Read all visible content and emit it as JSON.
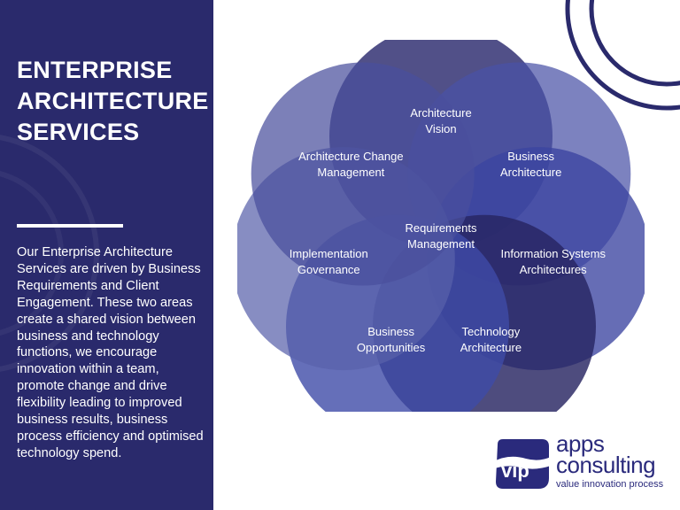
{
  "left_panel": {
    "title": "ENTERPRISE ARCHITECTURE SERVICES",
    "body": "Our Enterprise Architecture Services are driven by Business Requirements and Client Engagement. These two areas create a shared vision between business and technology functions, we encourage innovation within a team, promote change and drive flexibility leading to improved business results, business process efficiency and optimised technology spend."
  },
  "diagram": {
    "center_label": "Requirements\nManagement",
    "petals": [
      {
        "label": "Architecture\nVision",
        "color": "#2b2a6e",
        "opacity": 0.82
      },
      {
        "label": "Business\nArchitecture",
        "color": "#4a52a6",
        "opacity": 0.72
      },
      {
        "label": "Information Systems\nArchitectures",
        "color": "#3b44a0",
        "opacity": 0.78
      },
      {
        "label": "Technology\nArchitecture",
        "color": "#272462",
        "opacity": 0.82
      },
      {
        "label": "Business\nOpportunities",
        "color": "#3f4ba8",
        "opacity": 0.8
      },
      {
        "label": "Implementation\nGovernance",
        "color": "#5961aa",
        "opacity": 0.72
      },
      {
        "label": "Architecture Change\nManagement",
        "color": "#4a4f9c",
        "opacity": 0.72
      }
    ]
  },
  "logo": {
    "mark_text": "vip",
    "word_line1": "apps",
    "word_line2": "consulting",
    "tagline": "value innovation process",
    "brand_color": "#2a2a7c"
  },
  "colors": {
    "panel_bg": "#2a2a6c",
    "accent": "#2a2a7c"
  }
}
